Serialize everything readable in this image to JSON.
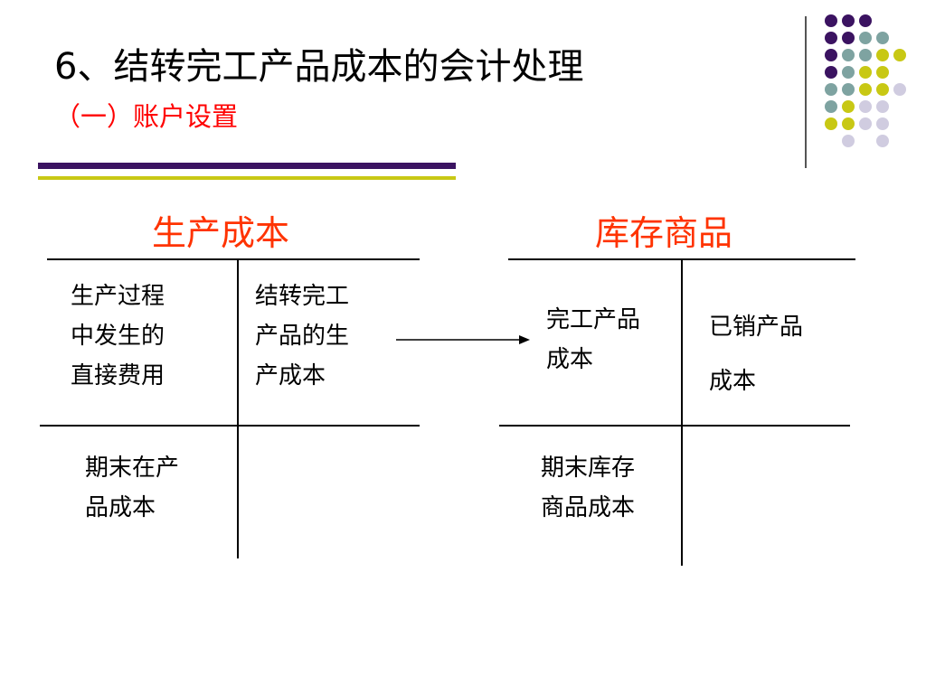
{
  "slide": {
    "title": "6、结转完工产品成本的会计处理",
    "subtitle": "（一）账户设置",
    "colors": {
      "title": "#000000",
      "subtitle": "#ff0000",
      "account_title": "#ff3300",
      "rule_purple": "#3b1361",
      "rule_olive": "#c8c814",
      "dot_purple": "#3b1361",
      "dot_teal": "#7ea3a1",
      "dot_olive": "#c8c814",
      "dot_lavender": "#d0cce0"
    }
  },
  "accounts": {
    "production": {
      "title": "生产成本",
      "debit_lines": [
        "生产过程",
        "中发生的",
        "直接费用"
      ],
      "credit_lines": [
        "结转完工",
        "产品的生",
        "产成本"
      ],
      "balance_lines": [
        "期末在产",
        "品成本"
      ]
    },
    "inventory": {
      "title": "库存商品",
      "debit_lines": [
        "完工产品",
        "成本"
      ],
      "credit_lines": [
        "已销产品",
        "成本"
      ],
      "balance_lines": [
        "期末库存",
        "商品成本"
      ]
    }
  },
  "decoration": {
    "dot_grid": [
      [
        "purple",
        "purple",
        "purple",
        "",
        ""
      ],
      [
        "purple",
        "purple",
        "teal",
        "teal",
        ""
      ],
      [
        "purple",
        "teal",
        "teal",
        "olive",
        "olive"
      ],
      [
        "purple",
        "teal",
        "olive",
        "olive",
        ""
      ],
      [
        "teal",
        "teal",
        "olive",
        "olive",
        "lavender"
      ],
      [
        "teal",
        "olive",
        "lavender",
        "lavender",
        ""
      ],
      [
        "olive",
        "olive",
        "lavender",
        "lavender",
        ""
      ],
      [
        "",
        "lavender",
        "",
        "lavender",
        ""
      ]
    ]
  }
}
